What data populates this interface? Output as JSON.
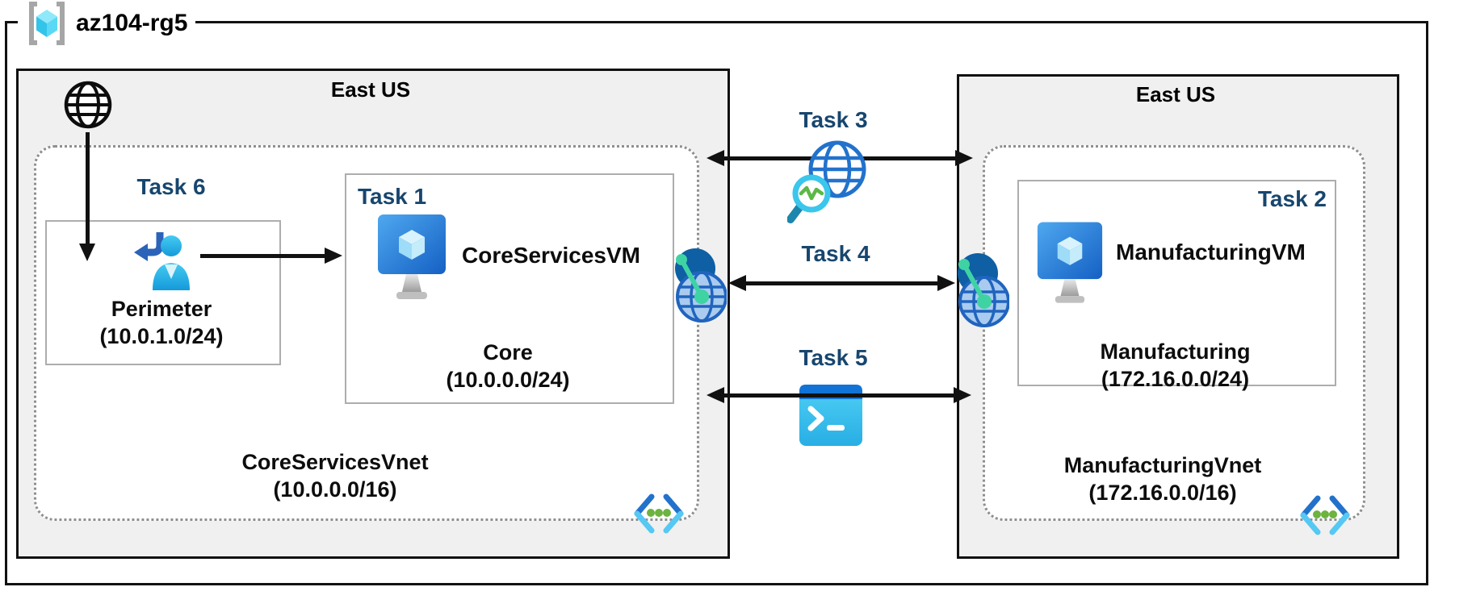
{
  "resource_group": {
    "name": "az104-rg5"
  },
  "left_region": {
    "label": "East US",
    "vnet": {
      "name": "CoreServicesVnet",
      "cidr": "(10.0.0.0/16)"
    },
    "perimeter_subnet": {
      "task_label": "Task 6",
      "name": "Perimeter",
      "cidr": "(10.0.1.0/24)"
    },
    "core_subnet": {
      "task_label": "Task 1",
      "vm_name": "CoreServicesVM",
      "name": "Core",
      "cidr": "(10.0.0.0/24)"
    }
  },
  "right_region": {
    "label": "East US",
    "vnet": {
      "name": "ManufacturingVnet",
      "cidr": "(172.16.0.0/16)"
    },
    "manufacturing_subnet": {
      "task_label": "Task 2",
      "vm_name": "ManufacturingVM",
      "name": "Manufacturing",
      "cidr": "(172.16.0.0/24)"
    }
  },
  "connections": {
    "task3": {
      "label": "Task 3",
      "icon": "network-watcher-icon"
    },
    "task4": {
      "label": "Task 4",
      "icon": "vnet-peering-icon"
    },
    "task5": {
      "label": "Task 5",
      "icon": "cloud-shell-icon"
    }
  },
  "icons": {
    "resource_group": "resource-group-icon",
    "internet": "internet-globe-icon",
    "sign_in": "sign-in-user-icon",
    "virtual_machine": "virtual-machine-icon",
    "virtual_network": "virtual-network-icon",
    "peering": "vnet-peering-icon",
    "network_watcher": "network-watcher-icon",
    "cloud_shell": "cloud-shell-icon"
  },
  "colors": {
    "task-label": "#17466E",
    "region-bg": "#F0F0F0",
    "outline": "#111111",
    "subnet-border": "#ADADAD",
    "dotted-border": "#8F8F8F",
    "text": "#0D0D0D",
    "azure-blue": "#1F66C0",
    "cyan-accent": "#35C3E8",
    "green-dot": "#6DB33F",
    "mint-green": "#3FD3A4"
  }
}
